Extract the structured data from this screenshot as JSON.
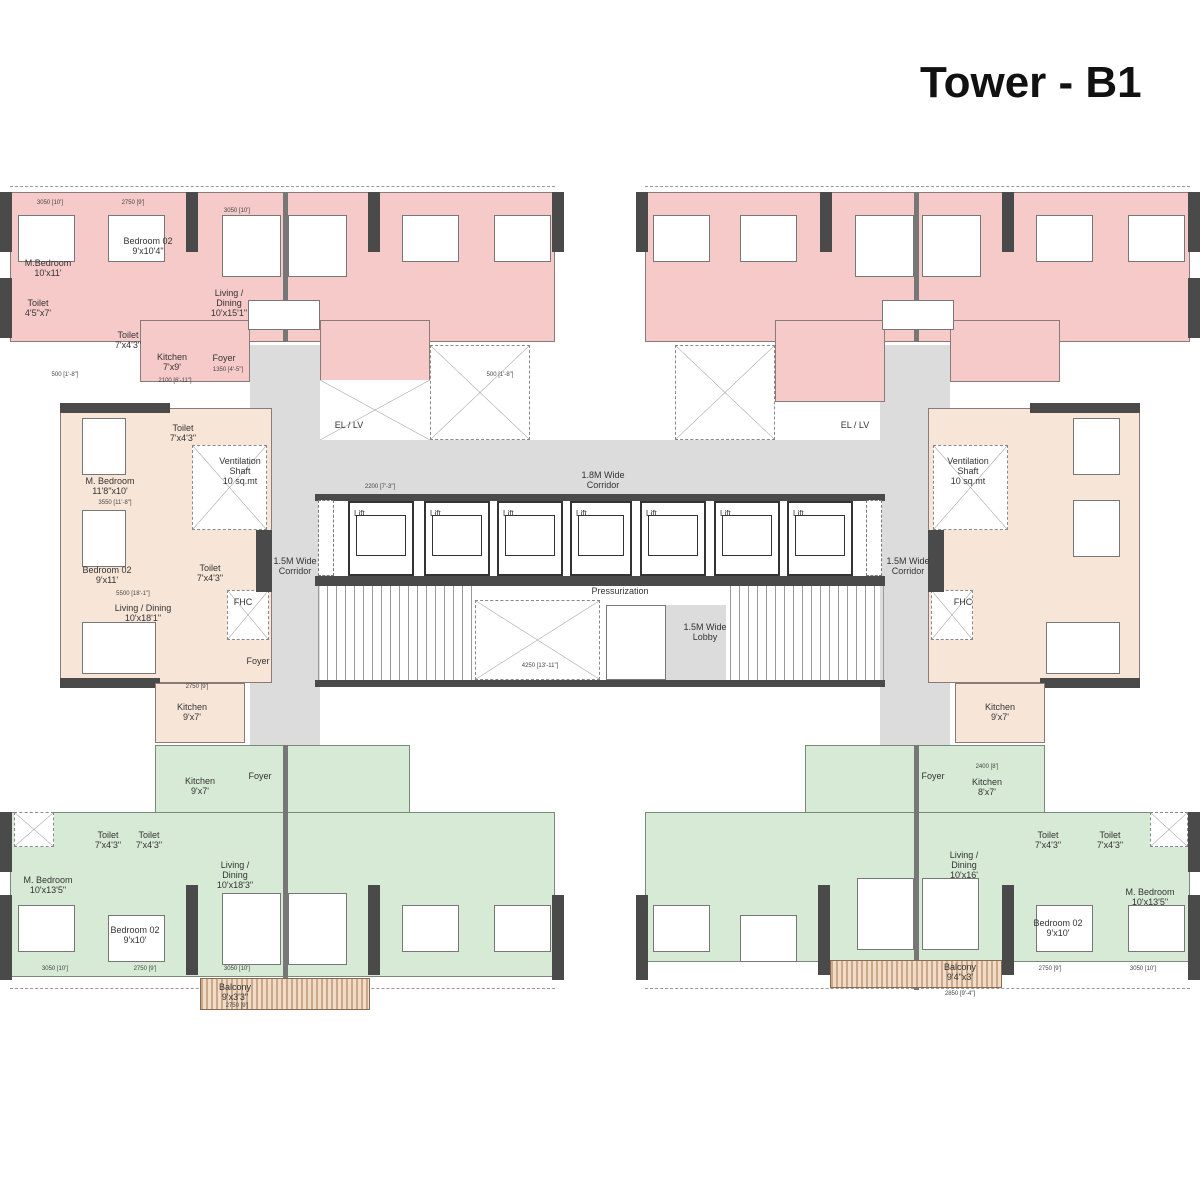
{
  "title": "Tower - B1",
  "units": {
    "top_left": {
      "m_bedroom": "M.Bedroom\n10'x11'",
      "bedroom_02": "Bedroom 02\n9'x10'4\"",
      "toilet_1": "Toilet\n4'5\"x7'",
      "toilet_2": "Toilet\n7'x4'3\"",
      "kitchen": "Kitchen\n7'x9'",
      "foyer": "Foyer",
      "living": "Living /\nDining\n10'x15'1\""
    },
    "left": {
      "toilet_1": "Toilet\n7'x4'3\"",
      "m_bedroom": "M. Bedroom\n11'8\"x10'",
      "vent_shaft": "Ventilation\nShaft\n10 sq.mt",
      "bedroom_02": "Bedroom 02\n9'x11'",
      "toilet_2": "Toilet\n7'x4'3\"",
      "living": "Living / Dining\n10'x18'1\"",
      "fhc": "FHC",
      "foyer": "Foyer",
      "kitchen": "Kitchen\n9'x7'"
    },
    "right": {
      "vent_shaft": "Ventilation\nShaft\n10 sq.mt",
      "fhc": "FHC",
      "kitchen": "Kitchen\n9'x7'"
    },
    "bottom_left": {
      "kitchen": "Kitchen\n9'x7'",
      "foyer": "Foyer",
      "toilet_1": "Toilet\n7'x4'3\"",
      "toilet_2": "Toilet\n7'x4'3\"",
      "m_bedroom": "M. Bedroom\n10'x13'5\"",
      "bedroom_02": "Bedroom 02\n9'x10'",
      "living": "Living /\nDining\n10'x18'3\"",
      "balcony": "Balcony\n9'x3'3\""
    },
    "bottom_right": {
      "foyer": "Foyer",
      "kitchen": "Kitchen\n8'x7'",
      "toilet_1": "Toilet\n7'x4'3\"",
      "toilet_2": "Toilet\n7'x4'3\"",
      "living": "Living /\nDining\n10'x16'",
      "bedroom_02": "Bedroom 02\n9'x10'",
      "m_bedroom": "M. Bedroom\n10'x13'5\"",
      "balcony": "Balcony\n9'4\"x3'"
    }
  },
  "core": {
    "el_lv_left": "EL / LV",
    "el_lv_right": "EL / LV",
    "corridor_main": "1.8M Wide\nCorridor",
    "corridor_left": "1.5M Wide\nCorridor",
    "corridor_right": "1.5M Wide\nCorridor",
    "lift_label": "Lift",
    "pressurization": "Pressurization",
    "lobby": "1.5M Wide\nLobby",
    "dim_lift": "2200 [7'-3\"]",
    "dim_lobby": "4250 [13'-11\"]"
  },
  "dimensions": {
    "tl_mbed": "3050 [10']",
    "tl_bed2": "2750 [9']",
    "tl_living": "3050 [10']",
    "tl_foyer": "1350 [4'-5\"]",
    "tl_kitchen": "2100 [6'-11\"]",
    "tl_ledge1": "500 [1'-8\"]",
    "tl_ledge2": "500 [1'-8\"]",
    "l_mbed": "3550 [11'-8\"]",
    "l_living": "5500 [18'-1\"]",
    "l_kitchen": "2750 [9']",
    "bl_mbed": "3050 [10']",
    "bl_bed2": "2750 [9']",
    "bl_living": "3050 [10']",
    "bl_balcony": "2750 [9']",
    "br_balcony": "2850 [9'-4\"]",
    "br_bed2": "2750 [9']",
    "br_mbed": "3050 [10']",
    "br_kitchen": "2400 [8']"
  },
  "colors": {
    "unit_top": "#f7caca",
    "unit_side": "#f7e6d7",
    "unit_bottom": "#d7ead5",
    "core": "#dcdcdc",
    "wall": "#4a4a4a"
  }
}
